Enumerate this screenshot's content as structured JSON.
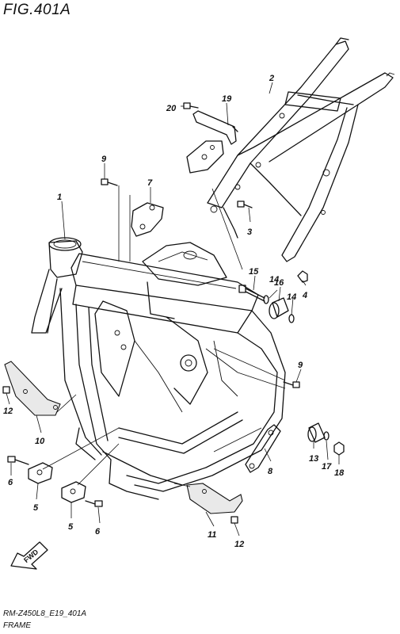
{
  "figure": {
    "title": "FIG.401A",
    "code": "RM-Z450L8_E19_401A",
    "name": "FRAME"
  },
  "fwd_arrow": {
    "label": "FWD"
  },
  "callouts": [
    "1",
    "2",
    "3",
    "4",
    "5",
    "5",
    "6",
    "6",
    "7",
    "8",
    "9",
    "9",
    "10",
    "11",
    "12",
    "12",
    "13",
    "14",
    "14",
    "15",
    "16",
    "17",
    "18",
    "19",
    "20"
  ]
}
